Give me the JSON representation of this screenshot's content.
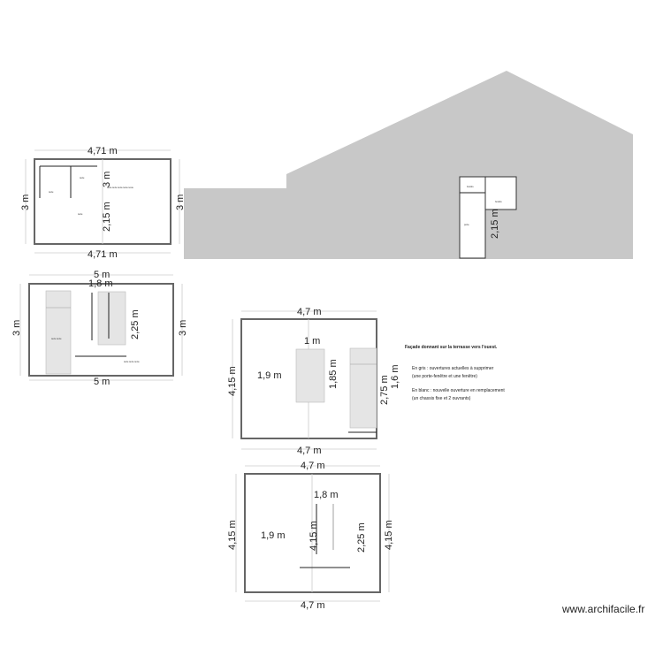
{
  "plan_1": {
    "top": "4,71 m",
    "bottom": "4,71 m",
    "left": "3 m",
    "right": "3 m",
    "inner": "2,15 m",
    "inner2": "3 m"
  },
  "facade": {
    "window_dim": "2,15 m",
    "color": "#c8c8c8"
  },
  "plan_2": {
    "top": "5 m",
    "bottom": "5 m",
    "left": "3 m",
    "right": "3 m",
    "width_dim": "1,8 m",
    "height_dim": "2,25 m"
  },
  "plan_3": {
    "top": "4,7 m",
    "bottom": "4,7 m",
    "left": "4,15 m",
    "right": "2,75 m",
    "right2": "1,6 m",
    "door_w": "1 m",
    "door_offset": "1,9 m",
    "door_h": "1,85 m"
  },
  "plan_4": {
    "top": "4,7 m",
    "bottom": "4,7 m",
    "left": "4,15 m",
    "right": "4,15 m",
    "width_dim": "1,8 m",
    "offset": "1,9 m",
    "height_dim": "2,25 m",
    "inner": "4,15 m"
  },
  "note": {
    "title": "Façade donnant sur la terrasse vers l'ouest.",
    "line1": "En gris : ouvertures actuelles à supprimer",
    "line2": "(une porte-fenêtre et une fenêtre)",
    "line3": "En blanc : nouvelle ouverture en remplacement",
    "line4": "(un chassis fixe et 2 ouvrants)"
  },
  "watermark": "www.archifacile.fr"
}
